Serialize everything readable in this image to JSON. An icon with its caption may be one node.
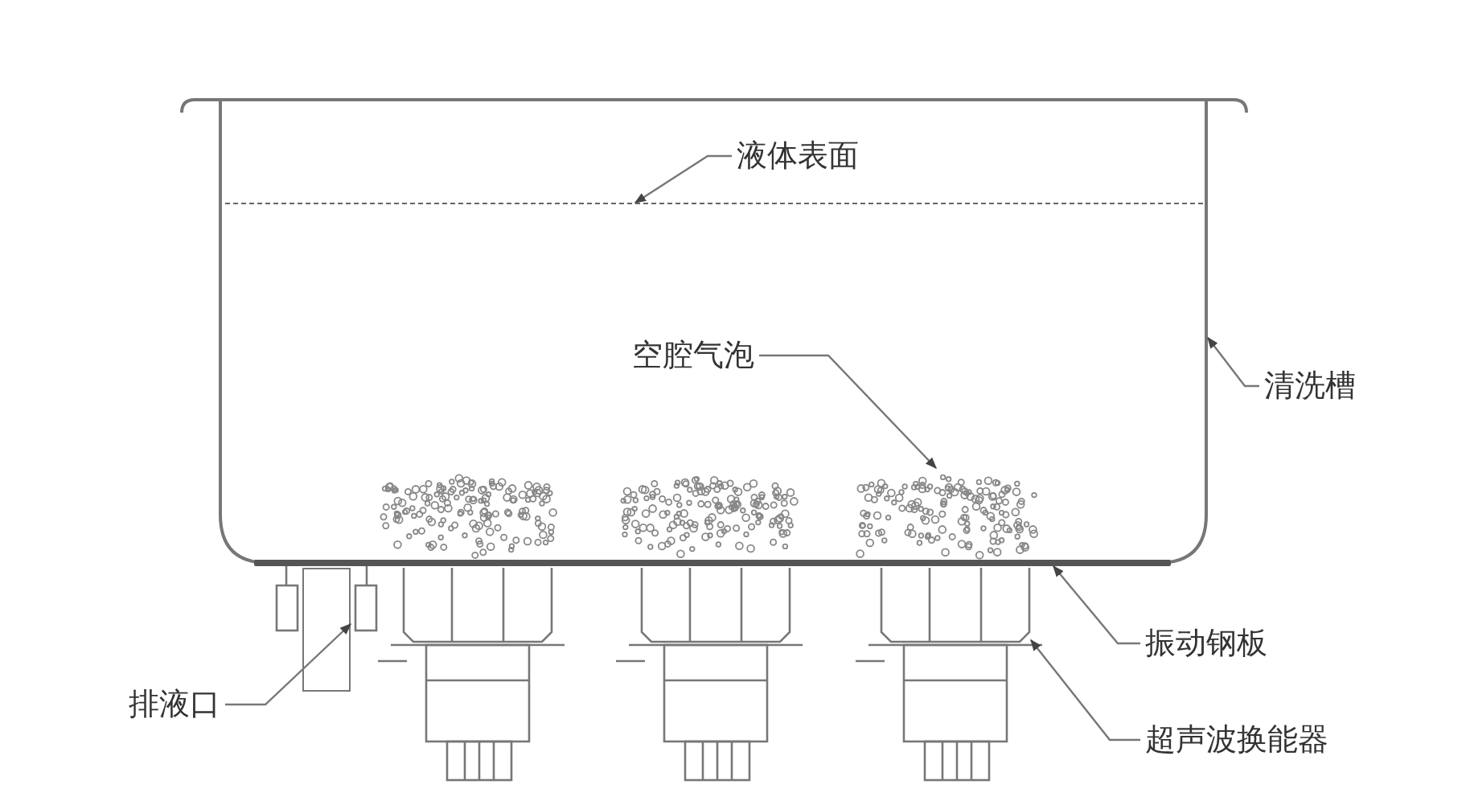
{
  "diagram": {
    "nodes": [
      {
        "text": [
          "液体表面"
        ],
        "in": 8
      },
      {
        "text": [
          "空腔气泡"
        ],
        "in": 8
      },
      {
        "text": [
          "清洗槽"
        ]
      },
      {
        "text": [
          "振动钢板"
        ]
      },
      {
        "text": [
          "排液口"
        ]
      },
      {
        "text": [
          "超声波换能器"
        ]
      },
      {
        "text": [],
        "shape": "line",
        "in": 8
      },
      {
        "text": [],
        "shape": "picture",
        "in": 8
      },
      {
        "text": [],
        "shape": "picture"
      },
      {
        "text": [],
        "shape": "bar",
        "in": 8
      },
      {
        "text": [],
        "shape": "box"
      },
      {
        "text": [],
        "shape": "picture"
      }
    ],
    "edges": [
      {
        "from": 0,
        "to": 6,
        "arrow": "to"
      },
      {
        "from": 1,
        "to": 7,
        "arrow": "to"
      },
      {
        "from": 2,
        "to": 8,
        "arrow": "to"
      },
      {
        "from": 3,
        "to": 9,
        "arrow": "to"
      },
      {
        "from": 4,
        "to": 10,
        "arrow": "to"
      },
      {
        "from": 5,
        "to": 11,
        "arrow": "to"
      }
    ]
  }
}
